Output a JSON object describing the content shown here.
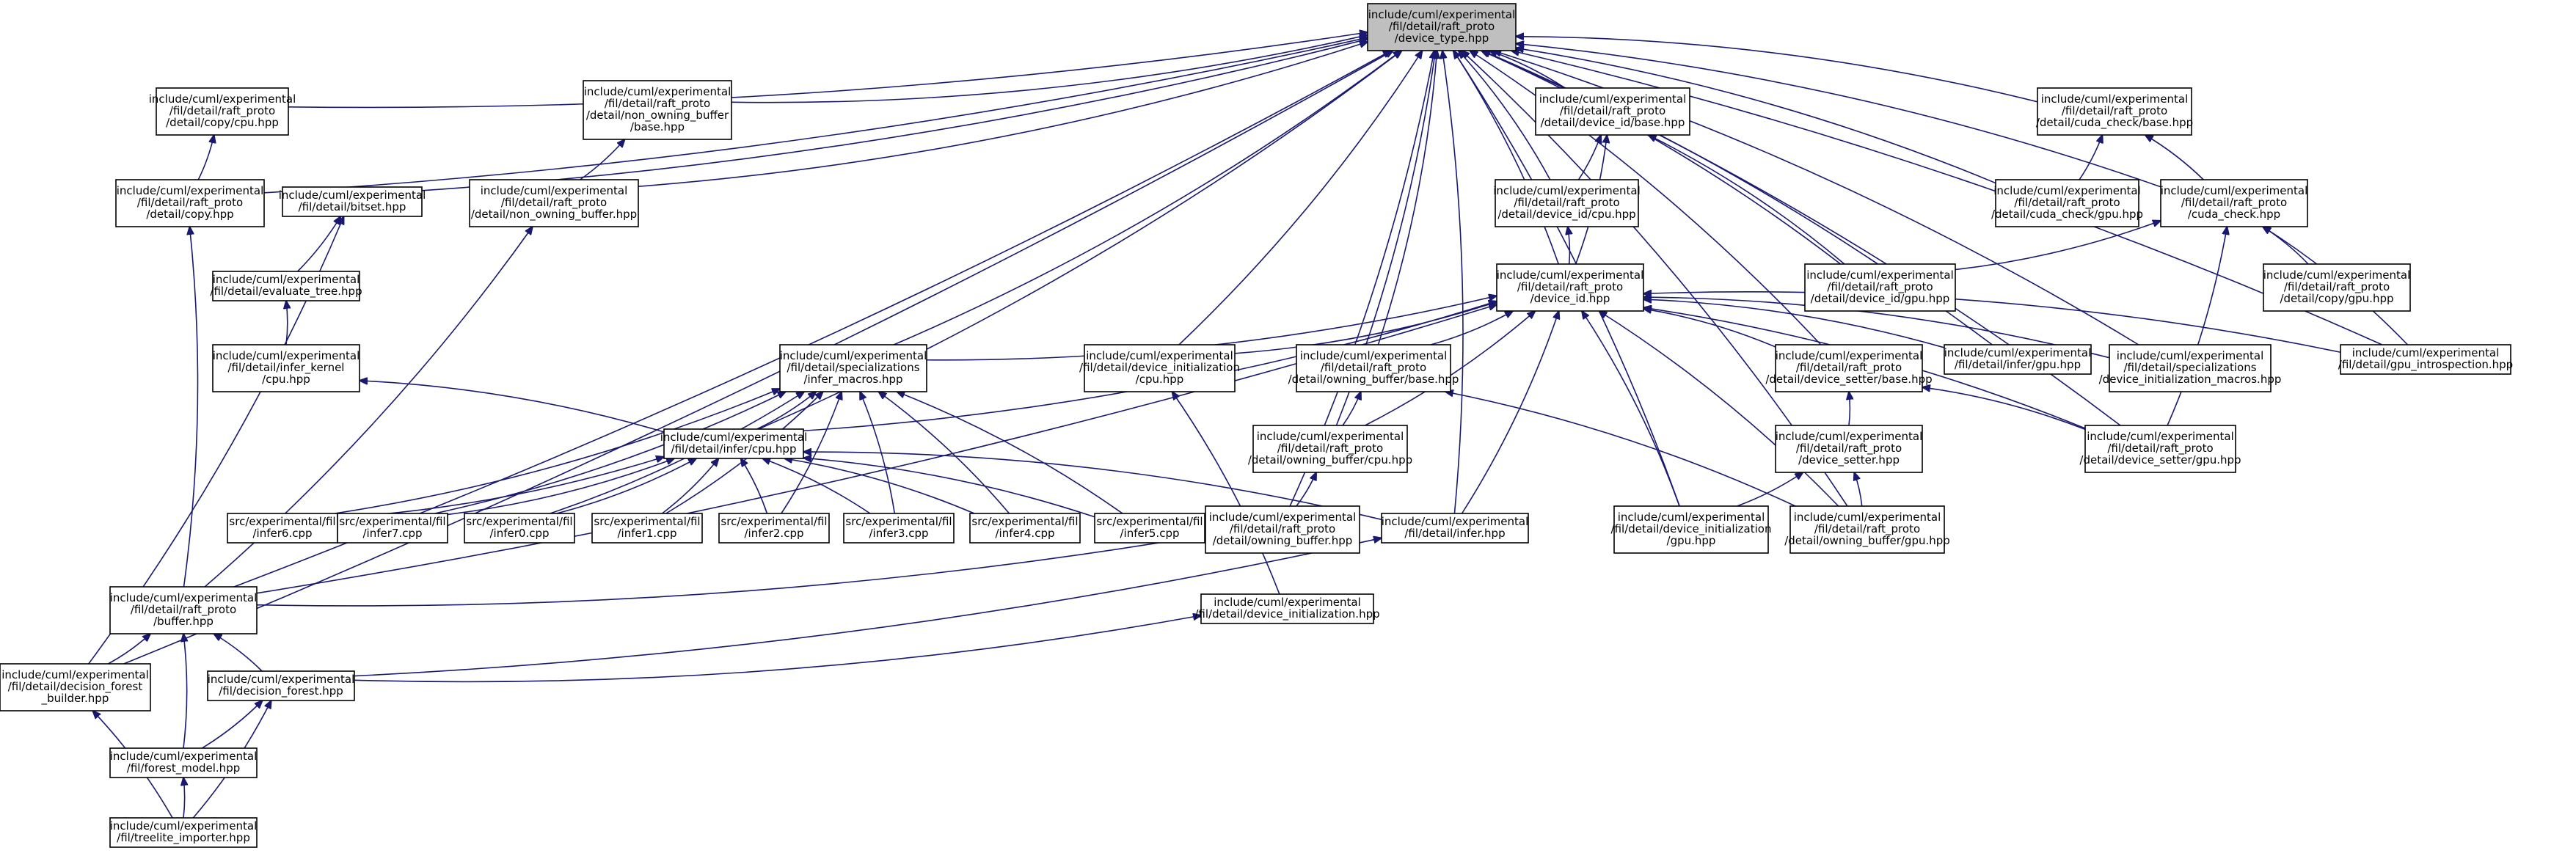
{
  "nodes": {
    "dt": [
      "include/cuml/experimental",
      "/fil/detail/raft_proto",
      "/device_type.hpp"
    ],
    "copycpu": [
      "include/cuml/experimental",
      "/fil/detail/raft_proto",
      "/detail/copy/cpu.hpp"
    ],
    "nob": [
      "include/cuml/experimental",
      "/fil/detail/raft_proto",
      "/detail/non_owning_buffer",
      "/base.hpp"
    ],
    "didbase": [
      "include/cuml/experimental",
      "/fil/detail/raft_proto",
      "/detail/device_id/base.hpp"
    ],
    "ccbase": [
      "include/cuml/experimental",
      "/fil/detail/raft_proto",
      "/detail/cuda_check/base.hpp"
    ],
    "copyhpp": [
      "include/cuml/experimental",
      "/fil/detail/raft_proto",
      "/detail/copy.hpp"
    ],
    "bitset": [
      "include/cuml/experimental",
      "/fil/detail/bitset.hpp"
    ],
    "nobhpp": [
      "include/cuml/experimental",
      "/fil/detail/raft_proto",
      "/detail/non_owning_buffer.hpp"
    ],
    "didcpu": [
      "include/cuml/experimental",
      "/fil/detail/raft_proto",
      "/detail/device_id/cpu.hpp"
    ],
    "ccgpu": [
      "include/cuml/experimental",
      "/fil/detail/raft_proto",
      "/detail/cuda_check/gpu.hpp"
    ],
    "cchpp": [
      "include/cuml/experimental",
      "/fil/detail/raft_proto",
      "/cuda_check.hpp"
    ],
    "evaltree": [
      "include/cuml/experimental",
      "/fil/detail/evaluate_tree.hpp"
    ],
    "did": [
      "include/cuml/experimental",
      "/fil/detail/raft_proto",
      "/device_id.hpp"
    ],
    "didgpu": [
      "include/cuml/experimental",
      "/fil/detail/raft_proto",
      "/detail/device_id/gpu.hpp"
    ],
    "copygpu": [
      "include/cuml/experimental",
      "/fil/detail/raft_proto",
      "/detail/copy/gpu.hpp"
    ],
    "ikcpu": [
      "include/cuml/experimental",
      "/fil/detail/infer_kernel",
      "/cpu.hpp"
    ],
    "imacros": [
      "include/cuml/experimental",
      "/fil/detail/specializations",
      "/infer_macros.hpp"
    ],
    "dicpu": [
      "include/cuml/experimental",
      "/fil/detail/device_initialization",
      "/cpu.hpp"
    ],
    "obbase": [
      "include/cuml/experimental",
      "/fil/detail/raft_proto",
      "/detail/owning_buffer/base.hpp"
    ],
    "dsbase": [
      "include/cuml/experimental",
      "/fil/detail/raft_proto",
      "/detail/device_setter/base.hpp"
    ],
    "infgpu": [
      "include/cuml/experimental",
      "/fil/detail/infer/gpu.hpp"
    ],
    "dimacros": [
      "include/cuml/experimental",
      "/fil/detail/specializations",
      "/device_initialization_macros.hpp"
    ],
    "gpuintro": [
      "include/cuml/experimental",
      "/fil/detail/gpu_introspection.hpp"
    ],
    "infcpu": [
      "include/cuml/experimental",
      "/fil/detail/infer/cpu.hpp"
    ],
    "obcpu": [
      "include/cuml/experimental",
      "/fil/detail/raft_proto",
      "/detail/owning_buffer/cpu.hpp"
    ],
    "dshpp": [
      "include/cuml/experimental",
      "/fil/detail/raft_proto",
      "/device_setter.hpp"
    ],
    "dsgpu": [
      "include/cuml/experimental",
      "/fil/detail/raft_proto",
      "/detail/device_setter/gpu.hpp"
    ],
    "i6": [
      "src/experimental/fil",
      "/infer6.cpp"
    ],
    "i7": [
      "src/experimental/fil",
      "/infer7.cpp"
    ],
    "i0": [
      "src/experimental/fil",
      "/infer0.cpp"
    ],
    "i1": [
      "src/experimental/fil",
      "/infer1.cpp"
    ],
    "i2": [
      "src/experimental/fil",
      "/infer2.cpp"
    ],
    "i3": [
      "src/experimental/fil",
      "/infer3.cpp"
    ],
    "i4": [
      "src/experimental/fil",
      "/infer4.cpp"
    ],
    "i5": [
      "src/experimental/fil",
      "/infer5.cpp"
    ],
    "obhpp": [
      "include/cuml/experimental",
      "/fil/detail/raft_proto",
      "/detail/owning_buffer.hpp"
    ],
    "infhpp": [
      "include/cuml/experimental",
      "/fil/detail/infer.hpp"
    ],
    "digpu": [
      "include/cuml/experimental",
      "/fil/detail/device_initialization",
      "/gpu.hpp"
    ],
    "obgpu": [
      "include/cuml/experimental",
      "/fil/detail/raft_proto",
      "/detail/owning_buffer/gpu.hpp"
    ],
    "buffer": [
      "include/cuml/experimental",
      "/fil/detail/raft_proto",
      "/buffer.hpp"
    ],
    "dihpp": [
      "include/cuml/experimental",
      "/fil/detail/device_initialization.hpp"
    ],
    "dfb": [
      "include/cuml/experimental",
      "/fil/detail/decision_forest",
      "_builder.hpp"
    ],
    "df": [
      "include/cuml/experimental",
      "/fil/decision_forest.hpp"
    ],
    "fm": [
      "include/cuml/experimental",
      "/fil/forest_model.hpp"
    ],
    "ti": [
      "include/cuml/experimental",
      "/fil/treelite_importer.hpp"
    ]
  },
  "edges": [
    [
      "copycpu",
      "dt"
    ],
    [
      "nob",
      "dt"
    ],
    [
      "didbase",
      "dt"
    ],
    [
      "ccbase",
      "dt"
    ],
    [
      "copyhpp",
      "dt"
    ],
    [
      "bitset",
      "dt"
    ],
    [
      "nobhpp",
      "dt"
    ],
    [
      "didcpu",
      "dt"
    ],
    [
      "ccgpu",
      "dt"
    ],
    [
      "cchpp",
      "dt"
    ],
    [
      "did",
      "dt"
    ],
    [
      "didgpu",
      "dt"
    ],
    [
      "gpuintro",
      "dt"
    ],
    [
      "imacros",
      "dt"
    ],
    [
      "dicpu",
      "dt"
    ],
    [
      "obbase",
      "dt"
    ],
    [
      "dsbase",
      "dt"
    ],
    [
      "infgpu",
      "dt"
    ],
    [
      "dimacros",
      "dt"
    ],
    [
      "infcpu",
      "dt"
    ],
    [
      "obcpu",
      "dt"
    ],
    [
      "dsgpu",
      "dt"
    ],
    [
      "obhpp",
      "dt"
    ],
    [
      "infhpp",
      "dt"
    ],
    [
      "digpu",
      "dt"
    ],
    [
      "obgpu",
      "dt"
    ],
    [
      "buffer",
      "dt"
    ],
    [
      "dfb",
      "dt"
    ],
    [
      "copyhpp",
      "copycpu"
    ],
    [
      "nobhpp",
      "nob"
    ],
    [
      "didcpu",
      "didbase"
    ],
    [
      "didgpu",
      "didbase"
    ],
    [
      "did",
      "didbase"
    ],
    [
      "ccgpu",
      "ccbase"
    ],
    [
      "cchpp",
      "ccbase"
    ],
    [
      "evaltree",
      "bitset"
    ],
    [
      "dfb",
      "bitset"
    ],
    [
      "buffer",
      "copyhpp"
    ],
    [
      "buffer",
      "nobhpp"
    ],
    [
      "did",
      "didcpu"
    ],
    [
      "didgpu",
      "cchpp"
    ],
    [
      "copygpu",
      "cchpp"
    ],
    [
      "gpuintro",
      "cchpp"
    ],
    [
      "dsgpu",
      "cchpp"
    ],
    [
      "ikcpu",
      "evaltree"
    ],
    [
      "imacros",
      "did"
    ],
    [
      "dicpu",
      "did"
    ],
    [
      "obbase",
      "did"
    ],
    [
      "dsbase",
      "did"
    ],
    [
      "infgpu",
      "did"
    ],
    [
      "dimacros",
      "did"
    ],
    [
      "gpuintro",
      "did"
    ],
    [
      "infcpu",
      "did"
    ],
    [
      "obcpu",
      "did"
    ],
    [
      "dsgpu",
      "did"
    ],
    [
      "infhpp",
      "did"
    ],
    [
      "digpu",
      "did"
    ],
    [
      "obgpu",
      "did"
    ],
    [
      "buffer",
      "did"
    ],
    [
      "infcpu",
      "ikcpu"
    ],
    [
      "infcpu",
      "imacros"
    ],
    [
      "i6",
      "imacros"
    ],
    [
      "i7",
      "imacros"
    ],
    [
      "i0",
      "imacros"
    ],
    [
      "i1",
      "imacros"
    ],
    [
      "i2",
      "imacros"
    ],
    [
      "i3",
      "imacros"
    ],
    [
      "i4",
      "imacros"
    ],
    [
      "i5",
      "imacros"
    ],
    [
      "dihpp",
      "dicpu"
    ],
    [
      "obcpu",
      "obbase"
    ],
    [
      "obgpu",
      "obbase"
    ],
    [
      "dshpp",
      "dsbase"
    ],
    [
      "dsgpu",
      "dsbase"
    ],
    [
      "i6",
      "infcpu"
    ],
    [
      "i7",
      "infcpu"
    ],
    [
      "i0",
      "infcpu"
    ],
    [
      "i1",
      "infcpu"
    ],
    [
      "i2",
      "infcpu"
    ],
    [
      "i3",
      "infcpu"
    ],
    [
      "i4",
      "infcpu"
    ],
    [
      "i5",
      "infcpu"
    ],
    [
      "infhpp",
      "infcpu"
    ],
    [
      "obhpp",
      "obcpu"
    ],
    [
      "digpu",
      "dshpp"
    ],
    [
      "obgpu",
      "dshpp"
    ],
    [
      "buffer",
      "obhpp"
    ],
    [
      "df",
      "infhpp"
    ],
    [
      "df",
      "dihpp"
    ],
    [
      "dfb",
      "buffer"
    ],
    [
      "df",
      "buffer"
    ],
    [
      "fm",
      "buffer"
    ],
    [
      "fm",
      "df"
    ],
    [
      "ti",
      "df"
    ],
    [
      "ti",
      "dfb"
    ],
    [
      "ti",
      "fm"
    ]
  ]
}
